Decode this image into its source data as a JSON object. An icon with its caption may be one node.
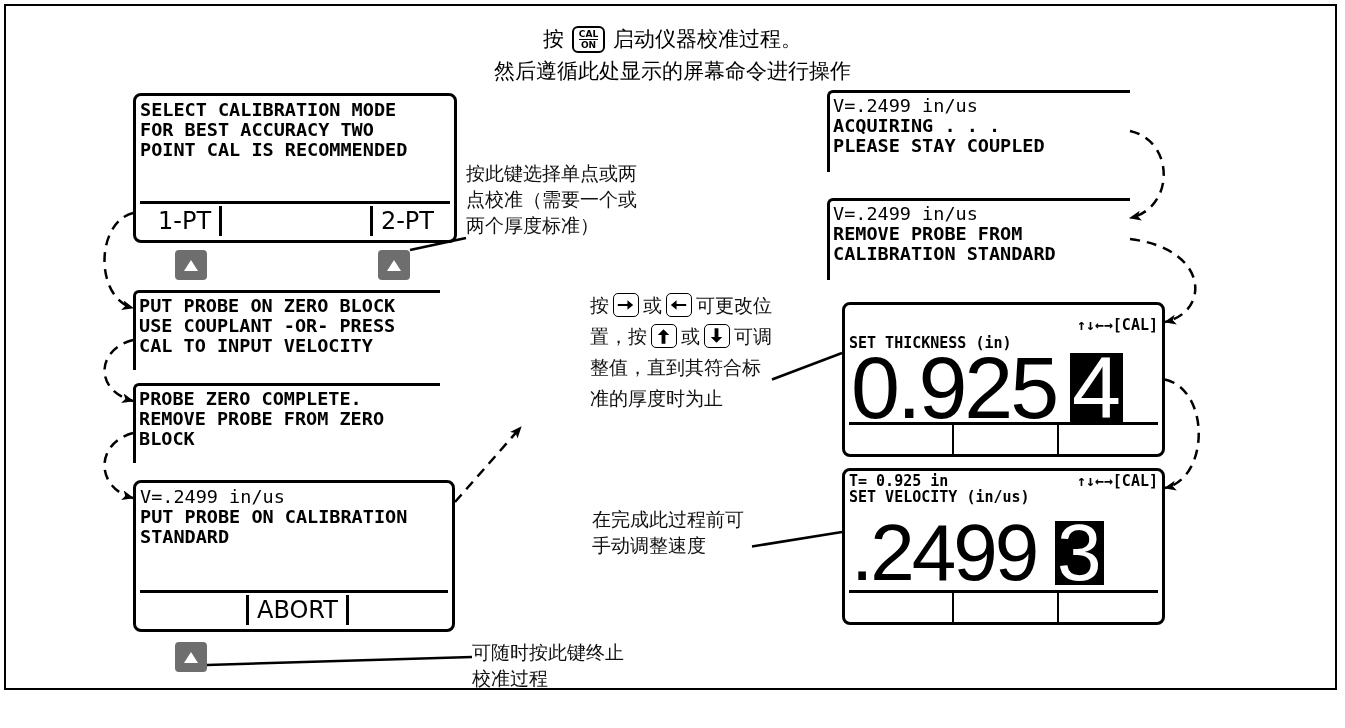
{
  "diagram": {
    "nodes": [
      {
        "text": [
          "SELECT CALIBRATION MODE FOR BEST ACCURACY TWO POINT CAL IS RECOMMENDED",
          "1-PT",
          "2-PT"
        ]
      },
      {
        "text": [
          "PUT PROBE ON ZERO BLOCK USE COUPLANT -OR- PRESS CAL TO INPUT VELOCITY"
        ]
      },
      {
        "text": [
          "PROBE ZERO COMPLETE. REMOVE PROBE FROM ZERO BLOCK"
        ]
      },
      {
        "text": [
          "V=.2499 in/us",
          "PUT PROBE ON CALIBRATION STANDARD",
          "ABORT"
        ]
      },
      {
        "text": [
          "V=.2499 in/us",
          "ACQUIRING . . . PLEASE STAY COUPLED"
        ]
      },
      {
        "text": [
          "V=.2499 in/us",
          "REMOVE PROBE FROM CALIBRATION STANDARD"
        ]
      },
      {
        "text": [
          "↑↓←→[CAL]",
          "SET THICKNESS (in)",
          "0.925",
          "4"
        ]
      },
      {
        "text": [
          "T= 0.925 in",
          "↑↓←→[CAL]",
          "SET VELOCITY (in/us)",
          ".2499",
          "3"
        ]
      },
      {
        "text": [],
        "shape": "box"
      },
      {
        "text": [],
        "shape": "box"
      },
      {
        "text": [],
        "shape": "box"
      },
      {
        "text": [
          "按此键选择单点或两点校准（需要一个或两个厚度标准）"
        ]
      },
      {
        "text": [
          "按",
          "或",
          "可更改位置，按",
          "或",
          "可调整值，直到其符合标准的厚度时为止"
        ]
      },
      {
        "text": [
          "在完成此过程前可手动调整速度"
        ]
      },
      {
        "text": [
          "可随时按此键终止校准过程"
        ]
      }
    ],
    "edges": [
      {
        "from": 0,
        "to": 1,
        "arrow": "to",
        "style": "dashed"
      },
      {
        "from": 1,
        "to": 2,
        "arrow": "to",
        "style": "dashed"
      },
      {
        "from": 2,
        "to": 3,
        "arrow": "to",
        "style": "dashed"
      },
      {
        "from": 3,
        "to": null,
        "arrow": "to",
        "style": "dashed"
      },
      {
        "from": 4,
        "to": 5,
        "arrow": "to",
        "style": "dashed"
      },
      {
        "from": 5,
        "to": 6,
        "arrow": "to",
        "style": "dashed"
      },
      {
        "from": 6,
        "to": 7,
        "arrow": "to",
        "style": "dashed"
      },
      {
        "from": 11,
        "to": 9,
        "arrow": "none"
      },
      {
        "from": 12,
        "to": 6,
        "arrow": "none"
      },
      {
        "from": 13,
        "to": 7,
        "arrow": "none"
      },
      {
        "from": 14,
        "to": 10,
        "arrow": "none"
      }
    ],
    "labels": [
      "按",
      "CAL",
      "ON",
      "启动仪器校准过程。",
      "然后遵循此处显示的屏幕命令进行操作"
    ]
  }
}
